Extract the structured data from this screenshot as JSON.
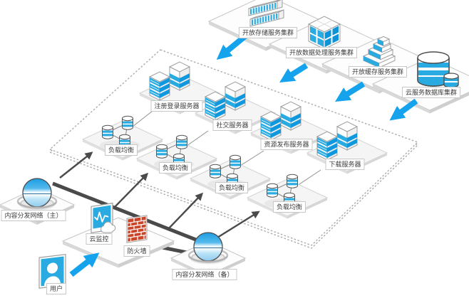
{
  "colors": {
    "accent_blue": "#29ABE2",
    "arrow_blue": "#14A3EC",
    "line_dark": "#4A4A4A",
    "brick_red": "#CB4528",
    "platform_border": "#C6C6C6"
  },
  "clusters": [
    {
      "id": "storage",
      "label": "开放存储服务集群",
      "icon": "storage-containers-icon"
    },
    {
      "id": "data_processing",
      "label": "开放数据处理服务集群",
      "icon": "window-grid-cube-icon"
    },
    {
      "id": "cache",
      "label": "开放缓存服务集群",
      "icon": "tiered-stack-icon"
    },
    {
      "id": "database",
      "label": "云服务数据库集群",
      "icon": "database-cylinder-icon"
    }
  ],
  "servers": [
    {
      "id": "register_login",
      "label": "注册登录服务器",
      "icon": "server-stack-icon"
    },
    {
      "id": "social",
      "label": "社交服务器",
      "icon": "server-stack-icon"
    },
    {
      "id": "resource_publish",
      "label": "资源发布服务器",
      "icon": "server-stack-icon"
    },
    {
      "id": "download",
      "label": "下载服务器",
      "icon": "server-stack-icon"
    }
  ],
  "load_balancers": [
    {
      "label": "负载均衡"
    },
    {
      "label": "负载均衡"
    },
    {
      "label": "负载均衡"
    },
    {
      "label": "负载均衡"
    }
  ],
  "network": {
    "cdn_primary": {
      "label": "内容分发网络（主）",
      "icon": "globe-icon"
    },
    "cdn_backup": {
      "label": "内容分发网络（备）",
      "icon": "globe-icon"
    },
    "cloud_monitor": {
      "label": "云监控",
      "icon": "monitor-waveform-icon"
    },
    "firewall": {
      "label": "防火墙",
      "icon": "brick-wall-icon"
    },
    "user": {
      "label": "用户",
      "icon": "person-card-icon"
    }
  }
}
